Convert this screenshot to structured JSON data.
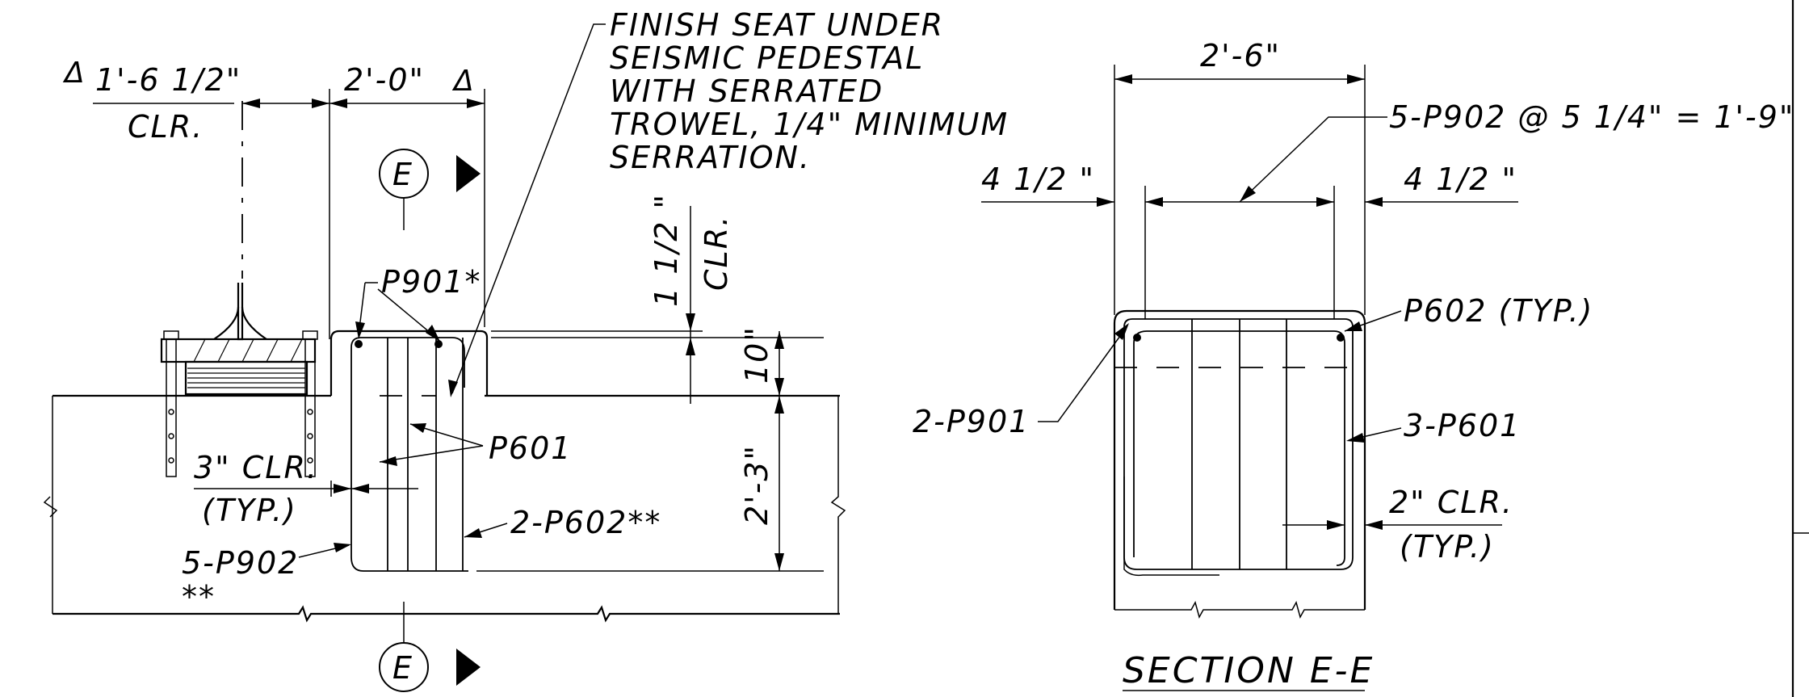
{
  "notes": {
    "finish_seat": [
      "FINISH SEAT UNDER",
      "SEISMIC PEDESTAL",
      "WITH SERRATED",
      "TROWEL, 1/4\" MINIMUM",
      "SERRATION."
    ]
  },
  "elevation": {
    "dim_left": "1'-6 1/2\"",
    "dim_left_clr": "CLR.",
    "dim_top": "2'-0\"",
    "delta_mark": "Δ",
    "section_tag": "E",
    "pedestal_bar": "P901*",
    "top_clear": "1 1/2 \"",
    "top_clear_clr": "CLR.",
    "pedestal_height": "10\"",
    "seat_depth": "2'-3\"",
    "side_clear": "3\" CLR.",
    "side_clear_typ": "(TYP.)",
    "vertical_bars": "P601",
    "ties": "2-P602**",
    "horizontal_bars": "5-P902",
    "horizontal_bars_note": "**"
  },
  "section": {
    "title": "SECTION E-E",
    "width": "2'-6\"",
    "bar_spacing": "5-P902 @ 5 1/4\" = 1'-9\"",
    "edge_left": "4 1/2 \"",
    "edge_right": "4 1/2 \"",
    "tie_label": "P602 (TYP.)",
    "top_bars": "2-P901",
    "vertical_bars": "3-P601",
    "clear_cover": "2\" CLR.",
    "clear_cover_typ": "(TYP.)"
  }
}
